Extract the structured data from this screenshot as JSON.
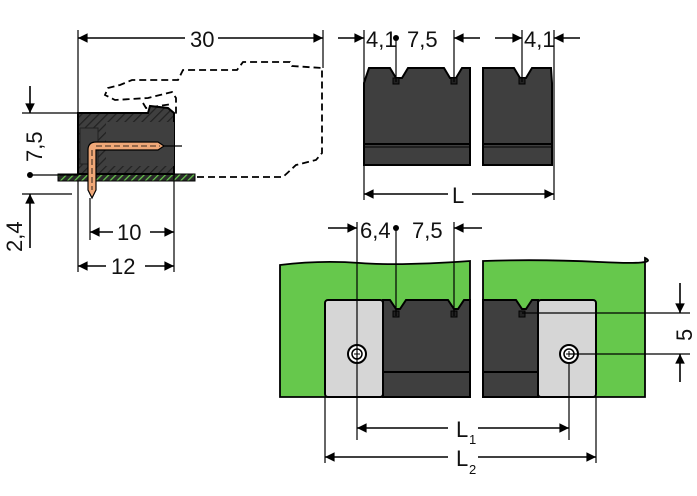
{
  "drawing": {
    "side_view": {
      "dim_total_length": "30",
      "dim_height": "7,5",
      "dim_pin_below": "2,4",
      "dim_pin_to_rear": "10",
      "dim_housing_depth": "12"
    },
    "top_view": {
      "dim_first_pin_offset": "4,1",
      "dim_pitch": "7,5",
      "dim_last_pin_offset": "4,1",
      "dim_length": "L"
    },
    "flange_view": {
      "dim_first_pin_offset": "6,4",
      "dim_pitch": "7,5",
      "dim_flange_offset": "5",
      "dim_L1": "L",
      "dim_L1_sub": "1",
      "dim_L2": "L",
      "dim_L2_sub": "2"
    }
  },
  "colors": {
    "housing": "#3f3f3f",
    "pcb_green": "#66c84c",
    "flange_grey": "#d6d6d6",
    "pin_copper": "#f0a878",
    "outline": "#000000"
  }
}
